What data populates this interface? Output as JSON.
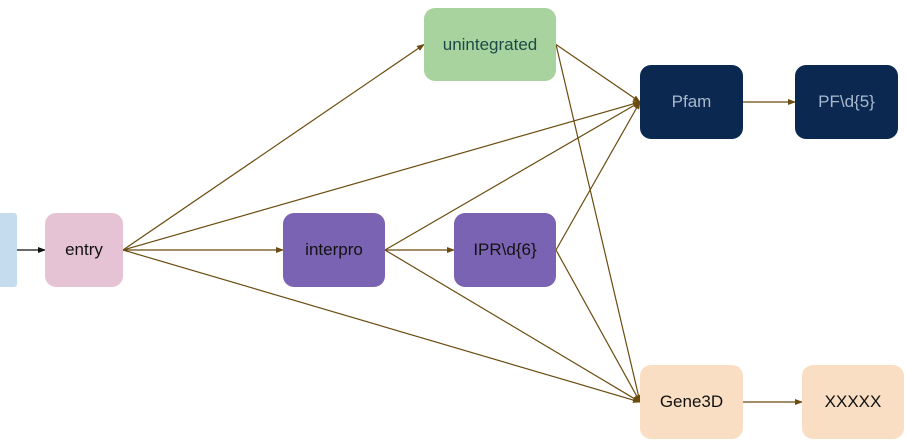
{
  "diagram": {
    "edge_color": "#6b4c10",
    "source_edge_color": "#111111",
    "nodes": [
      {
        "id": "n-source",
        "label": "",
        "fill": "#c5dcef",
        "text_color": "#000000"
      },
      {
        "id": "n-entry",
        "label": "entry",
        "fill": "#e6c3d4",
        "text_color": "#111111"
      },
      {
        "id": "n-unintegrated",
        "label": "unintegrated",
        "fill": "#a8d39e",
        "text_color": "#1b4a47"
      },
      {
        "id": "n-interpro",
        "label": "interpro",
        "fill": "#7b63b3",
        "text_color": "#111111"
      },
      {
        "id": "n-ipr",
        "label": "IPR\\d{6}",
        "fill": "#7b63b3",
        "text_color": "#111111"
      },
      {
        "id": "n-pfam",
        "label": "Pfam",
        "fill": "#0b2850",
        "text_color": "#a9b9cd"
      },
      {
        "id": "n-pf",
        "label": "PF\\d{5}",
        "fill": "#0b2850",
        "text_color": "#a9b9cd"
      },
      {
        "id": "n-gene3d",
        "label": "Gene3D",
        "fill": "#fadec3",
        "text_color": "#111111"
      },
      {
        "id": "n-xxxxx",
        "label": "XXXXX",
        "fill": "#fadec3",
        "text_color": "#111111"
      }
    ],
    "edges": [
      {
        "from": "n-source",
        "to": "n-entry"
      },
      {
        "from": "n-entry",
        "to": "n-unintegrated"
      },
      {
        "from": "n-entry",
        "to": "n-pfam"
      },
      {
        "from": "n-entry",
        "to": "n-interpro"
      },
      {
        "from": "n-entry",
        "to": "n-gene3d"
      },
      {
        "from": "n-interpro",
        "to": "n-ipr"
      },
      {
        "from": "n-interpro",
        "to": "n-pfam"
      },
      {
        "from": "n-interpro",
        "to": "n-gene3d"
      },
      {
        "from": "n-ipr",
        "to": "n-pfam"
      },
      {
        "from": "n-ipr",
        "to": "n-gene3d"
      },
      {
        "from": "n-unintegrated",
        "to": "n-pfam"
      },
      {
        "from": "n-unintegrated",
        "to": "n-gene3d"
      },
      {
        "from": "n-pfam",
        "to": "n-pf"
      },
      {
        "from": "n-gene3d",
        "to": "n-xxxxx"
      }
    ]
  }
}
